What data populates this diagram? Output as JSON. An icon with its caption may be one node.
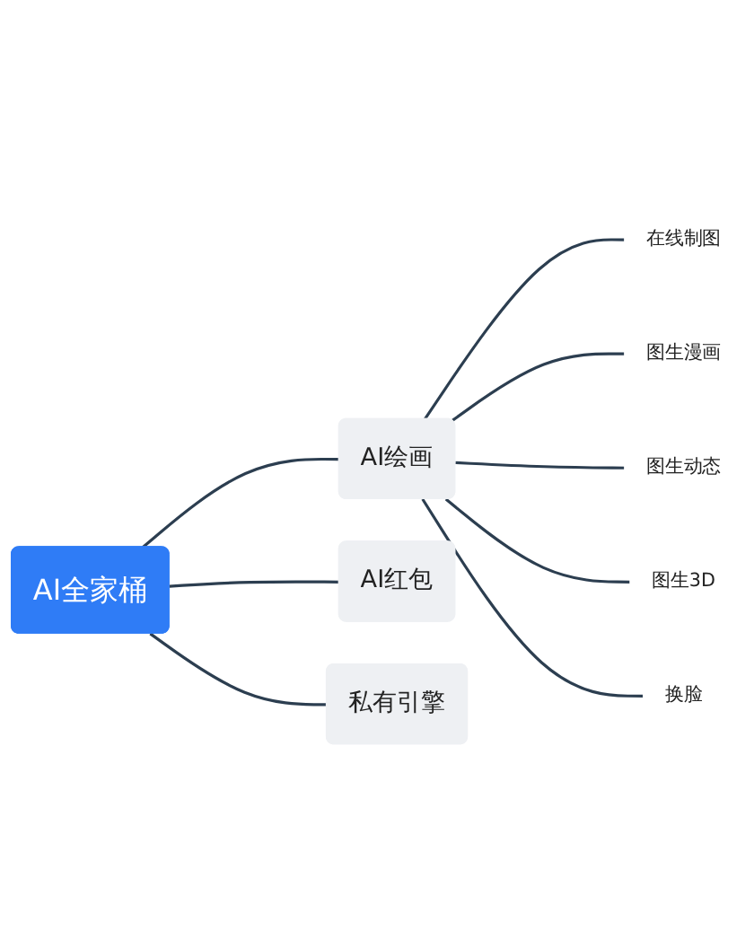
{
  "diagram": {
    "nodes": [
      {
        "text": [
          "AI全家桶"
        ]
      },
      {
        "text": [
          "AI绘画"
        ]
      },
      {
        "text": [
          "AI红包"
        ]
      },
      {
        "text": [
          "私有引擎"
        ]
      },
      {
        "text": [
          "在线制图"
        ]
      },
      {
        "text": [
          "图生漫画"
        ]
      },
      {
        "text": [
          "图生动态"
        ]
      },
      {
        "text": [
          "图生3D"
        ]
      },
      {
        "text": [
          "换脸"
        ]
      }
    ],
    "edges": [
      {
        "from": 0,
        "to": 1,
        "arrow": "none"
      },
      {
        "from": 0,
        "to": 2,
        "arrow": "none"
      },
      {
        "from": 0,
        "to": 3,
        "arrow": "none"
      },
      {
        "from": 1,
        "to": 4,
        "arrow": "none"
      },
      {
        "from": 1,
        "to": 5,
        "arrow": "none"
      },
      {
        "from": 1,
        "to": 6,
        "arrow": "none"
      },
      {
        "from": 1,
        "to": 7,
        "arrow": "none"
      },
      {
        "from": 1,
        "to": 8,
        "arrow": "none"
      }
    ]
  }
}
